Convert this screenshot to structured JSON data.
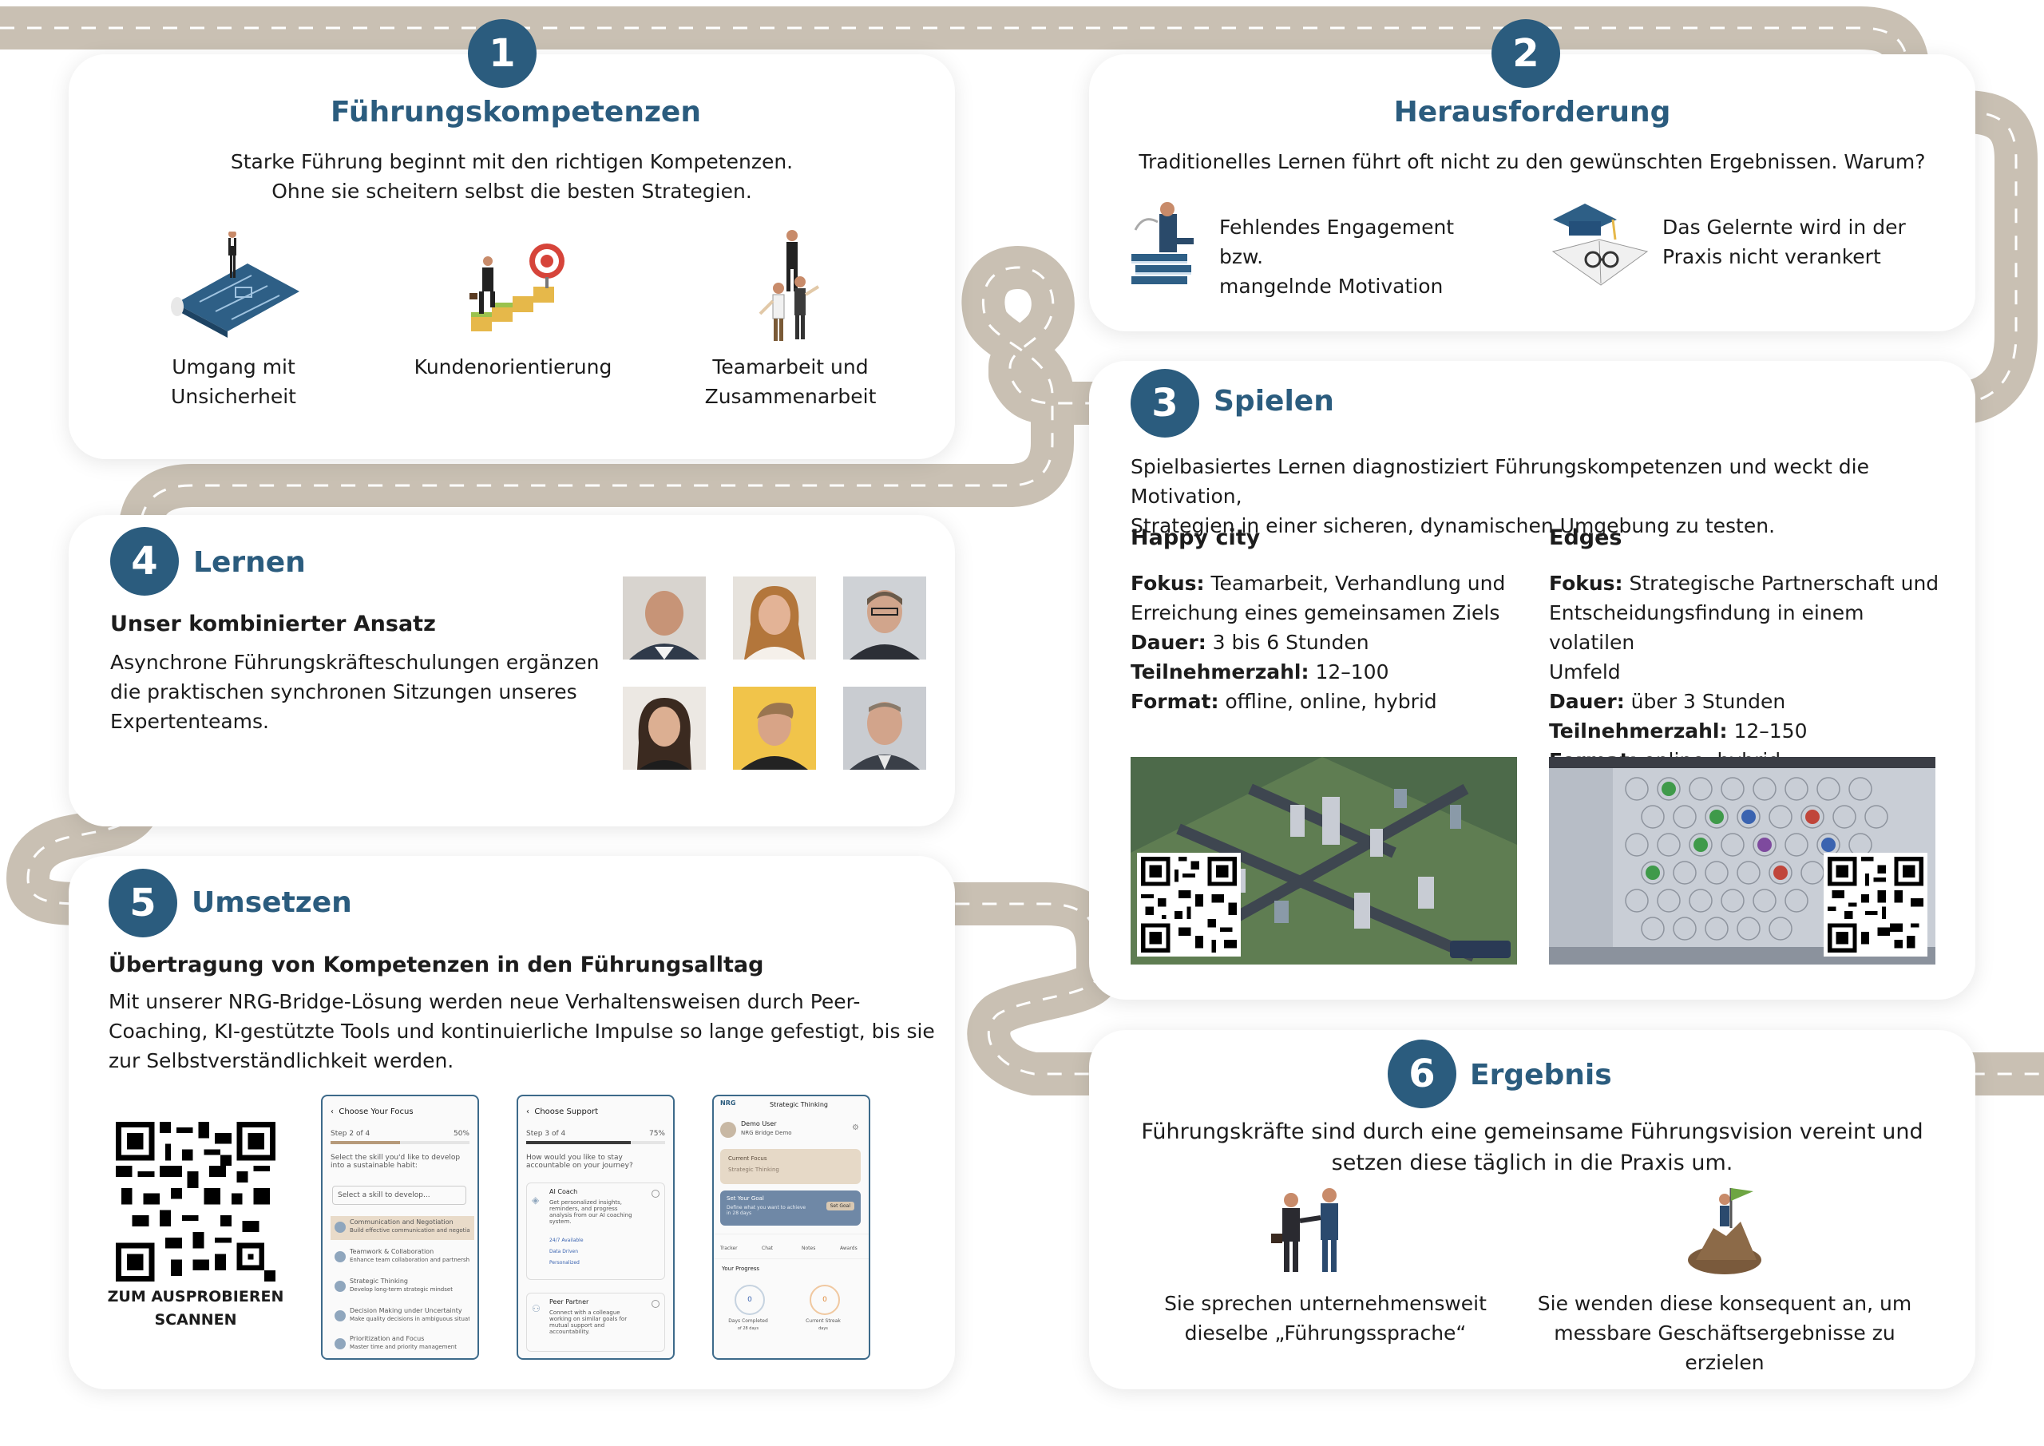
{
  "colors": {
    "accent": "#2b5c7e",
    "road": "#c9c0b3",
    "road_dash": "#ffffff"
  },
  "section1": {
    "number": "1",
    "title": "Führungskompetenzen",
    "intro_line1": "Starke Führung beginnt mit den richtigen Kompetenzen.",
    "intro_line2": "Ohne sie scheitern selbst die besten Strategien.",
    "items": [
      {
        "line1": "Umgang mit",
        "line2": "Unsicherheit",
        "icon": "blueprint-businessman-icon"
      },
      {
        "line1": "Kundenorientierung",
        "line2": "",
        "icon": "stairs-target-icon"
      },
      {
        "line1": "Teamarbeit und",
        "line2": "Zusammenarbeit",
        "icon": "team-climb-icon"
      }
    ]
  },
  "section2": {
    "number": "2",
    "title": "Herausforderung",
    "intro": "Traditionelles Lernen führt oft nicht zu den gewünschten Ergebnissen. Warum?",
    "items": [
      {
        "line1": "Fehlendes Engagement bzw.",
        "line2": "mangelnde Motivation",
        "icon": "sleeping-on-books-icon"
      },
      {
        "line1": "Das Gelernte wird in der",
        "line2": "Praxis nicht verankert",
        "icon": "graduation-cap-book-icon"
      }
    ]
  },
  "section3": {
    "number": "3",
    "title": "Spielen",
    "intro_line1": "Spielbasiertes Lernen diagnostiziert Führungskompetenzen und weckt die Motivation,",
    "intro_line2": "Strategien in einer sicheren, dynamischen Umgebung zu testen.",
    "games": [
      {
        "name": "Happy city",
        "focus_label": "Fokus:",
        "focus_line1": " Teamarbeit, Verhandlung und",
        "focus_line2": "Erreichung eines gemeinsamen Ziels",
        "focus_line3": "",
        "duration_label": "Dauer:",
        "duration": " 3 bis 6 Stunden",
        "participants_label": "Teilnehmerzahl:",
        "participants": " 12–100",
        "format_label": "Format:",
        "format": " offline, online, hybrid"
      },
      {
        "name": "Edges",
        "focus_label": "Fokus:",
        "focus_line1": " Strategische Partnerschaft und",
        "focus_line2": "Entscheidungsfindung in einem volatilen",
        "focus_line3": "Umfeld",
        "duration_label": "Dauer:",
        "duration": " über 3 Stunden",
        "participants_label": "Teilnehmerzahl:",
        "participants": " 12–150",
        "format_label": "Format:",
        "format": " online, hybrid"
      }
    ]
  },
  "section4": {
    "number": "4",
    "title": "Lernen",
    "subtitle": "Unser kombinierter Ansatz",
    "text_line1": "Asynchrone Führungskräfteschulungen ergänzen",
    "text_line2": "die praktischen synchronen Sitzungen unseres",
    "text_line3": "Expertenteams."
  },
  "section5": {
    "number": "5",
    "title": "Umsetzen",
    "subtitle": "Übertragung von Kompetenzen in den Führungsalltag",
    "text_line1": "Mit unserer NRG-Bridge-Lösung werden neue Verhaltensweisen durch Peer-",
    "text_line2": "Coaching, KI-gestützte Tools und kontinuierliche Impulse so lange gefestigt, bis sie",
    "text_line3": "zur Selbstverständlichkeit werden.",
    "qr_line1": "ZUM AUSPROBIEREN",
    "qr_line2": "SCANNEN",
    "screens": [
      {
        "header": "Choose Your Focus",
        "step": "Step 2 of 4",
        "percent": "50%",
        "progress": 0.5,
        "question": "Select the skill you'd like to develop into a sustainable habit:",
        "placeholder": "Select a skill to develop...",
        "options": [
          {
            "title": "Communication and Negotiation",
            "desc": "Build effective communication and negotiat"
          },
          {
            "title": "Teamwork & Collaboration",
            "desc": "Enhance team collaboration and partnership"
          },
          {
            "title": "Strategic Thinking",
            "desc": "Develop long-term strategic mindset"
          },
          {
            "title": "Decision Making under Uncertainty",
            "desc": "Make quality decisions in ambiguous situati"
          },
          {
            "title": "Prioritization and Focus",
            "desc": "Master time and priority management"
          }
        ]
      },
      {
        "header": "Choose Support",
        "step": "Step 3 of 4",
        "percent": "75%",
        "progress": 0.75,
        "question": "How would you like to stay accountable on your journey?",
        "ai_title": "AI Coach",
        "ai_desc": "Get personalized insights, reminders, and progress analysis from our AI coaching system.",
        "tags": [
          "24/7 Available",
          "Data Driven",
          "Personalized"
        ],
        "peer_title": "Peer Partner",
        "peer_desc": "Connect with a colleague working on similar goals for mutual support and accountability."
      },
      {
        "logo": "NRG",
        "header": "Strategic Thinking",
        "user": "Demo User",
        "org": "NRG Bridge Demo",
        "focus_label": "Current Focus",
        "focus_value": "Strategic Thinking",
        "goal_title": "Set Your Goal",
        "goal_desc": "Define what you want to achieve in 28 days",
        "goal_button": "Set Goal",
        "nav": [
          "Tracker",
          "Chat",
          "Notes",
          "Awards"
        ],
        "progress_title": "Your Progress",
        "stats": [
          {
            "value": "0",
            "label": "Days Completed",
            "sub": "of 28 days"
          },
          {
            "value": "0",
            "label": "Current Streak",
            "sub": "days"
          }
        ]
      }
    ]
  },
  "section6": {
    "number": "6",
    "title": "Ergebnis",
    "intro_line1": "Führungskräfte sind durch eine gemeinsame Führungsvision vereint und",
    "intro_line2": "setzen diese täglich in die Praxis um.",
    "items": [
      {
        "line1": "Sie sprechen unternehmensweit",
        "line2": "dieselbe „Führungssprache“",
        "icon": "handshake-icon"
      },
      {
        "line1": "Sie wenden diese konsequent an, um",
        "line2": "messbare Geschäftsergebnisse zu erzielen",
        "icon": "mountain-flag-icon"
      }
    ]
  }
}
